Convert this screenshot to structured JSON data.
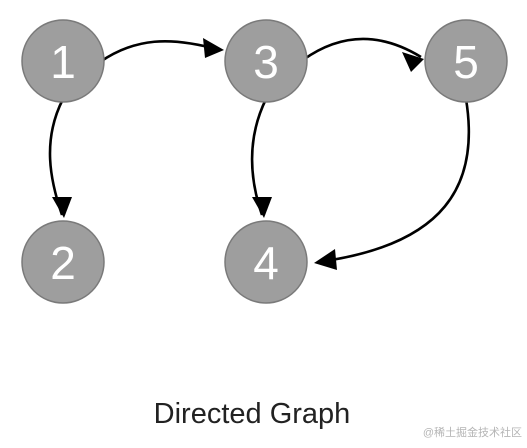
{
  "diagram": {
    "type": "directed-graph",
    "caption": "Directed Graph",
    "nodes": [
      {
        "id": "1",
        "label": "1"
      },
      {
        "id": "2",
        "label": "2"
      },
      {
        "id": "3",
        "label": "3"
      },
      {
        "id": "4",
        "label": "4"
      },
      {
        "id": "5",
        "label": "5"
      }
    ],
    "edges": [
      {
        "from": "1",
        "to": "3"
      },
      {
        "from": "1",
        "to": "2"
      },
      {
        "from": "3",
        "to": "5"
      },
      {
        "from": "3",
        "to": "4"
      },
      {
        "from": "5",
        "to": "4"
      }
    ],
    "colors": {
      "node_fill": "#9e9e9e",
      "node_label": "#ffffff",
      "edge": "#000000",
      "caption": "#222222"
    }
  },
  "watermark": "@稀土掘金技术社区"
}
